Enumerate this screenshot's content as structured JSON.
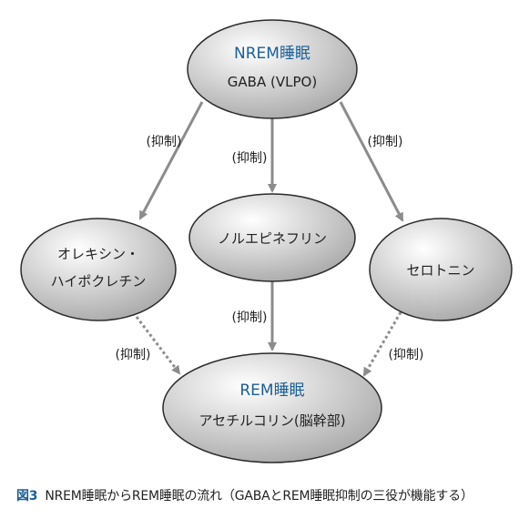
{
  "colors": {
    "title_blue": "#1a5f96",
    "node_fill_light": "#ffffff",
    "node_fill_dark": "#a9a9a9",
    "node_stroke": "#2a2a2a",
    "arrow": "#8c8c8c",
    "caption_fig_num": "#1a5f96"
  },
  "nodes": {
    "nrem": {
      "title": "NREM睡眠",
      "text": "GABA (VLPO)"
    },
    "orexin": {
      "line1": "オレキシン・",
      "line2": "ハイポクレチン"
    },
    "noradrenaline": {
      "text": "ノルエピネフリン"
    },
    "serotonin": {
      "text": "セロトニン"
    },
    "rem": {
      "title": "REM睡眠",
      "text": "アセチルコリン(脳幹部)"
    }
  },
  "edges": {
    "nrem_to_orexin": {
      "label": "(抑制)",
      "style": "solid"
    },
    "nrem_to_noradrenaline": {
      "label": "(抑制)",
      "style": "solid"
    },
    "nrem_to_serotonin": {
      "label": "(抑制)",
      "style": "solid"
    },
    "noradrenaline_to_rem": {
      "label": "(抑制)",
      "style": "solid"
    },
    "orexin_to_rem": {
      "label": "(抑制)",
      "style": "dotted"
    },
    "serotonin_to_rem": {
      "label": "(抑制)",
      "style": "dotted"
    }
  },
  "caption": {
    "fig_num": "図3",
    "text": "NREM睡眠からREM睡眠の流れ（GABAとREM睡眠抑制の三役が機能する）"
  }
}
